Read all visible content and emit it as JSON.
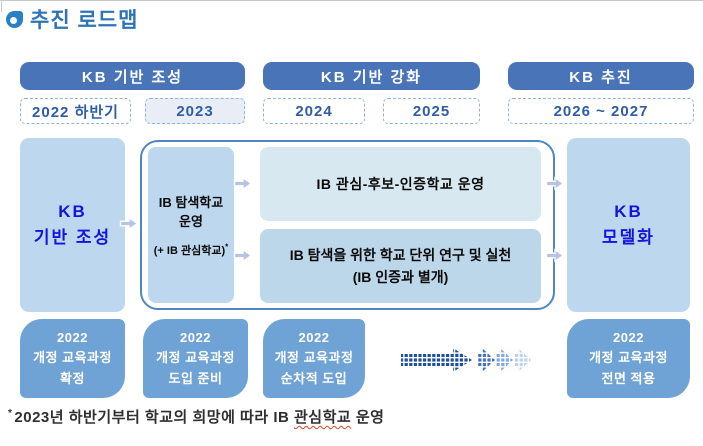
{
  "title": {
    "icon": "circle-bullet-icon",
    "text": "추진 로드맵"
  },
  "phase_bars": [
    {
      "label": "KB 기반 조성"
    },
    {
      "label": "KB 기반 강화"
    },
    {
      "label": "KB 추진"
    }
  ],
  "year_pills": [
    {
      "label": "2022 하반기",
      "highlighted": false
    },
    {
      "label": "2023",
      "highlighted": true
    },
    {
      "label": "2024",
      "highlighted": false
    },
    {
      "label": "2025",
      "highlighted": false
    },
    {
      "label": "2026 ~ 2027",
      "highlighted": false
    }
  ],
  "flow": {
    "foundation_box": {
      "line1": "KB",
      "line2": "기반 조성"
    },
    "explore_box": {
      "line1": "IB 탐색학교",
      "line2": "운영",
      "note": "(+ IB 관심학교)",
      "note_marker": "*"
    },
    "operate_box": {
      "label": "IB 관심-후보-인증학교 운영"
    },
    "research_box": {
      "line1": "IB 탐색을 위한 학교 단위 연구 및 실천",
      "line2": "(IB 인증과 별개)"
    },
    "model_box": {
      "line1": "KB",
      "line2": "모델화"
    }
  },
  "curriculum_row": [
    {
      "line1": "2022",
      "line2": "개정 교육과정",
      "line3": "확정"
    },
    {
      "line1": "2022",
      "line2": "개정 교육과정",
      "line3": "도입 준비"
    },
    {
      "line1": "2022",
      "line2": "개정 교육과정",
      "line3": "순차적 도입"
    },
    {
      "line1": "2022",
      "line2": "개정 교육과정",
      "line3": "전면 적용"
    }
  ],
  "footnote": {
    "marker": "*",
    "text_before": "2023년 하반기부터 학교의 희망에 따라 IB ",
    "underlined": "관심학교",
    "text_after": " 운영"
  },
  "colors": {
    "phase_bar": "#4a74b8",
    "light_box": "#bdd7ee",
    "pale_box": "#d8e8f1",
    "mid_box": "#bdd7ea",
    "timeline_box": "#6fa3d6",
    "kb_text": "#1414dc",
    "title_text": "#2e74b5",
    "year_text": "#2e5da6",
    "container_border": "#4e86c4",
    "misspell_underline": "#e0452f"
  }
}
